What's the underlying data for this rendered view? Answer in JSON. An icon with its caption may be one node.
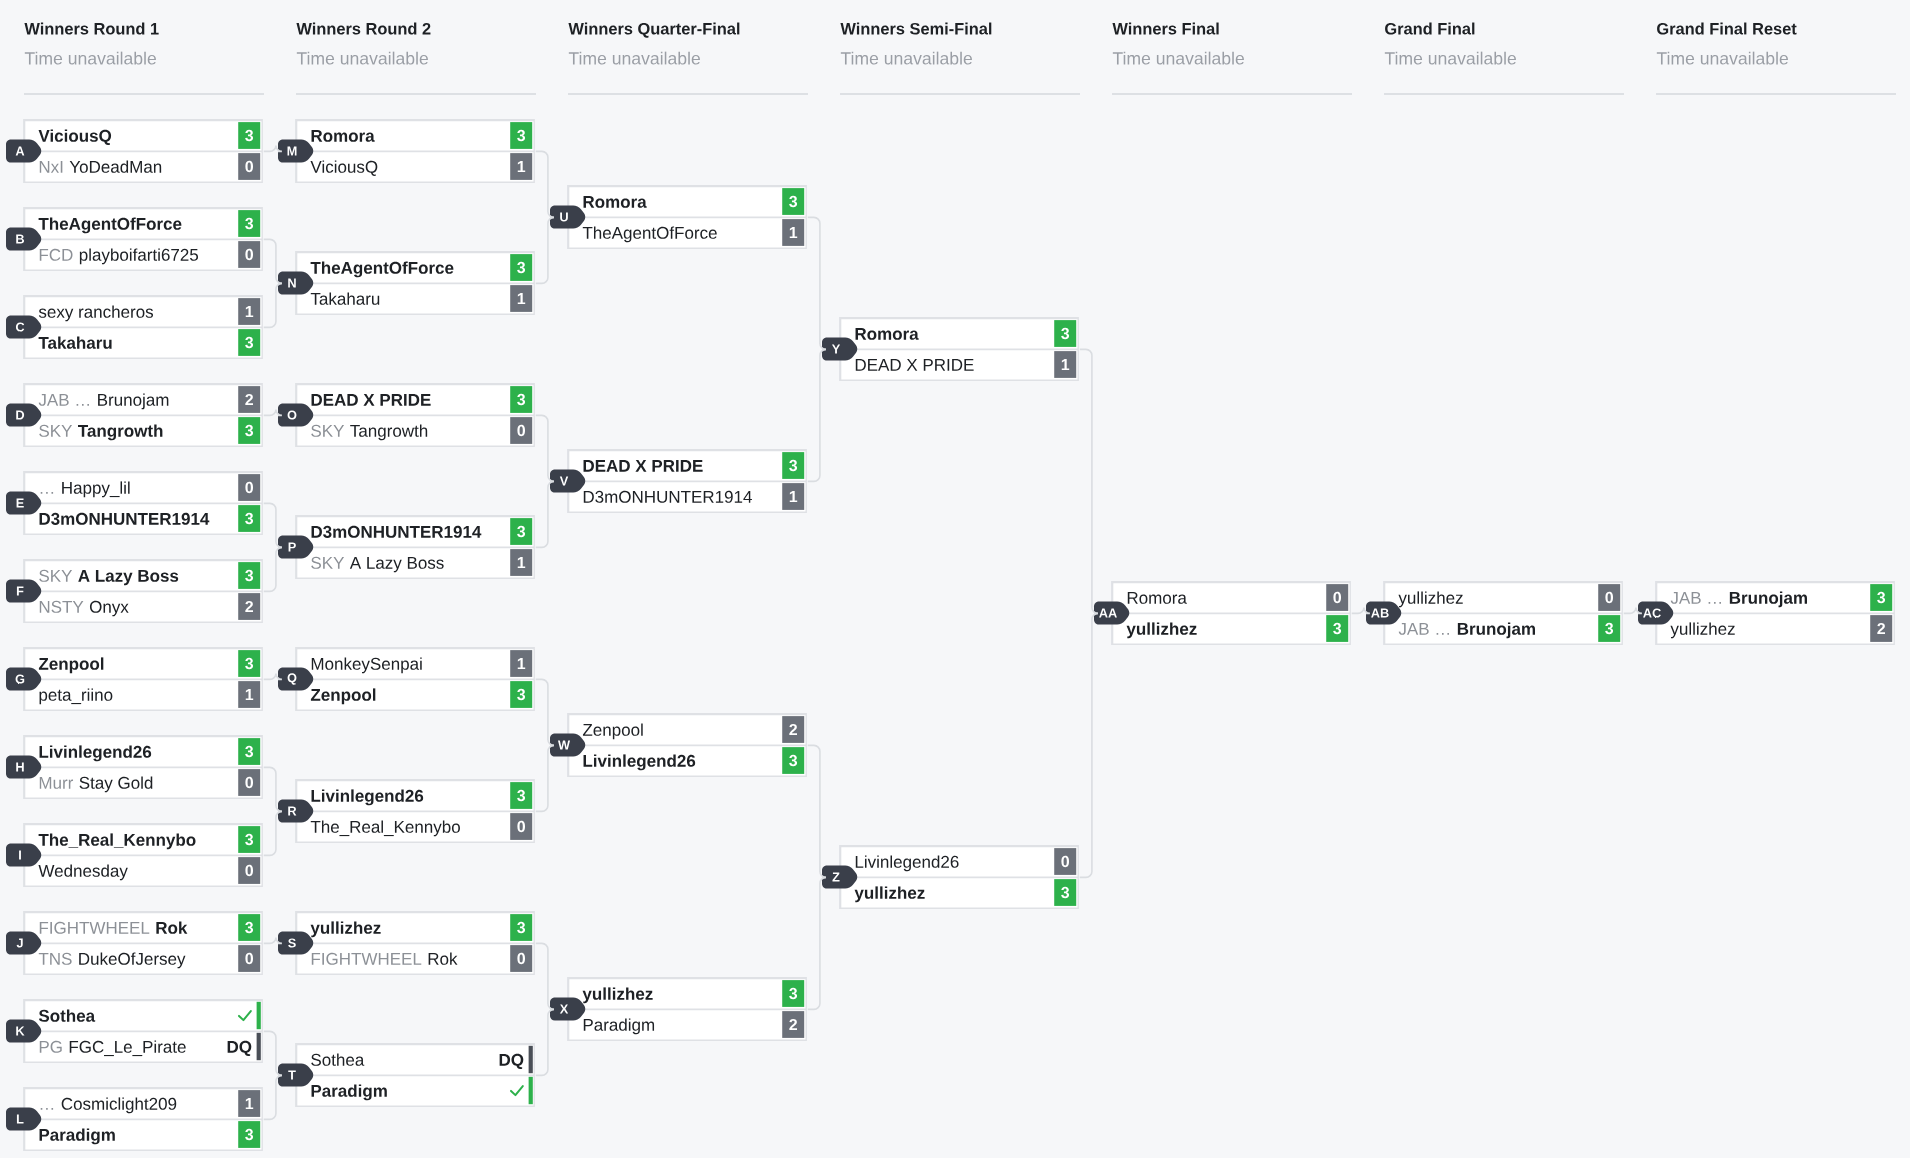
{
  "diagram": {
    "nodes": [
      {
        "text": [
          "A"
        ]
      },
      {
        "text": [
          "ViciousQ",
          "3"
        ],
        "in": 0
      },
      {
        "text": [
          "NxI",
          "YoDeadMan",
          "0"
        ],
        "in": 0
      },
      {
        "text": [
          "B"
        ]
      },
      {
        "text": [
          "TheAgentOfForce",
          "3"
        ],
        "in": 3
      },
      {
        "text": [
          "FCD",
          "playboifarti6725",
          "0"
        ],
        "in": 3
      },
      {
        "text": [
          "C"
        ]
      },
      {
        "text": [
          "sexy rancheros",
          "1"
        ],
        "in": 6
      },
      {
        "text": [
          "Takaharu",
          "3"
        ],
        "in": 6
      },
      {
        "text": [
          "D"
        ]
      },
      {
        "text": [
          "JAB …",
          "Brunojam",
          "2"
        ],
        "in": 9
      },
      {
        "text": [
          "SKY",
          "Tangrowth",
          "3"
        ],
        "in": 9
      },
      {
        "text": [
          "E"
        ]
      },
      {
        "text": [
          "…",
          "Happy_lil",
          "0"
        ],
        "in": 12
      },
      {
        "text": [
          "D3mONHUNTER1914",
          "3"
        ],
        "in": 12
      },
      {
        "text": [
          "F"
        ]
      },
      {
        "text": [
          "SKY",
          "A Lazy Boss",
          "3"
        ],
        "in": 15
      },
      {
        "text": [
          "NSTY",
          "Onyx",
          "2"
        ],
        "in": 15
      },
      {
        "text": [
          "G"
        ]
      },
      {
        "text": [
          "Zenpool",
          "3"
        ],
        "in": 18
      },
      {
        "text": [
          "peta_riino",
          "1"
        ],
        "in": 18
      },
      {
        "text": [
          "H"
        ]
      },
      {
        "text": [
          "Livinlegend26",
          "3"
        ],
        "in": 21
      },
      {
        "text": [
          "Murr",
          "Stay Gold",
          "0"
        ],
        "in": 21
      },
      {
        "text": [
          "I"
        ]
      },
      {
        "text": [
          "The_Real_Kennybo",
          "3"
        ],
        "in": 24
      },
      {
        "text": [
          "Wednesday",
          "0"
        ],
        "in": 24
      },
      {
        "text": [
          "J"
        ]
      },
      {
        "text": [
          "FIGHTWHEEL",
          "Rok",
          "3"
        ],
        "in": 27
      },
      {
        "text": [
          "TNS",
          "DukeOfJersey",
          "0"
        ],
        "in": 27
      },
      {
        "text": [
          "K"
        ]
      },
      {
        "text": [
          "Sothea"
        ],
        "in": 30
      },
      {
        "text": [
          "PG",
          "FGC_Le_Pirate",
          "DQ"
        ],
        "in": 30
      },
      {
        "text": [
          "L"
        ]
      },
      {
        "text": [
          "…",
          "Cosmiclight209",
          "1"
        ],
        "in": 33
      },
      {
        "text": [
          "Paradigm",
          "3"
        ],
        "in": 33
      },
      {
        "text": [
          "M"
        ]
      },
      {
        "text": [
          "Romora",
          "3"
        ],
        "in": 36
      },
      {
        "text": [
          "ViciousQ",
          "1"
        ],
        "in": 36
      },
      {
        "text": [
          "N"
        ]
      },
      {
        "text": [
          "TheAgentOfForce",
          "3"
        ],
        "in": 39
      },
      {
        "text": [
          "Takaharu",
          "1"
        ],
        "in": 39
      },
      {
        "text": [
          "O"
        ]
      },
      {
        "text": [
          "DEAD X PRIDE",
          "3"
        ],
        "in": 42
      },
      {
        "text": [
          "SKY",
          "Tangrowth",
          "0"
        ],
        "in": 42
      },
      {
        "text": [
          "P"
        ]
      },
      {
        "text": [
          "D3mONHUNTER1914",
          "3"
        ],
        "in": 45
      },
      {
        "text": [
          "SKY",
          "A Lazy Boss",
          "1"
        ],
        "in": 45
      },
      {
        "text": [
          "Q"
        ]
      },
      {
        "text": [
          "MonkeySenpai",
          "1"
        ],
        "in": 48
      },
      {
        "text": [
          "Zenpool",
          "3"
        ],
        "in": 48
      },
      {
        "text": [
          "R"
        ]
      },
      {
        "text": [
          "Livinlegend26",
          "3"
        ],
        "in": 51
      },
      {
        "text": [
          "The_Real_Kennybo",
          "0"
        ],
        "in": 51
      },
      {
        "text": [
          "S"
        ]
      },
      {
        "text": [
          "yullizhez",
          "3"
        ],
        "in": 54
      },
      {
        "text": [
          "FIGHTWHEEL",
          "Rok",
          "0"
        ],
        "in": 54
      },
      {
        "text": [
          "T"
        ]
      },
      {
        "text": [
          "Sothea",
          "DQ"
        ],
        "in": 57
      },
      {
        "text": [
          "Paradigm"
        ],
        "in": 57
      },
      {
        "text": [
          "U"
        ]
      },
      {
        "text": [
          "Romora",
          "3"
        ],
        "in": 60
      },
      {
        "text": [
          "TheAgentOfForce",
          "1"
        ],
        "in": 60
      },
      {
        "text": [
          "V"
        ]
      },
      {
        "text": [
          "DEAD X PRIDE",
          "3"
        ],
        "in": 63
      },
      {
        "text": [
          "D3mONHUNTER1914",
          "1"
        ],
        "in": 63
      },
      {
        "text": [
          "W"
        ]
      },
      {
        "text": [
          "Zenpool",
          "2"
        ],
        "in": 66
      },
      {
        "text": [
          "Livinlegend26",
          "3"
        ],
        "in": 66
      },
      {
        "text": [
          "X"
        ]
      },
      {
        "text": [
          "yullizhez",
          "3"
        ],
        "in": 69
      },
      {
        "text": [
          "Paradigm",
          "2"
        ],
        "in": 69
      },
      {
        "text": [
          "Y"
        ]
      },
      {
        "text": [
          "Romora",
          "3"
        ],
        "in": 72
      },
      {
        "text": [
          "DEAD X PRIDE",
          "1"
        ],
        "in": 72
      },
      {
        "text": [
          "Z"
        ]
      },
      {
        "text": [
          "Livinlegend26",
          "0"
        ],
        "in": 75
      },
      {
        "text": [
          "yullizhez",
          "3"
        ],
        "in": 75
      },
      {
        "text": [
          "AA"
        ]
      },
      {
        "text": [
          "Romora",
          "0"
        ],
        "in": 78
      },
      {
        "text": [
          "yullizhez",
          "3"
        ],
        "in": 78
      },
      {
        "text": [
          "AB"
        ]
      },
      {
        "text": [
          "yullizhez",
          "0"
        ],
        "in": 81
      },
      {
        "text": [
          "JAB …",
          "Brunojam",
          "3"
        ],
        "in": 81
      },
      {
        "text": [
          "AC"
        ]
      },
      {
        "text": [
          "JAB …",
          "Brunojam",
          "3"
        ],
        "in": 84
      },
      {
        "text": [
          "yullizhez",
          "2"
        ],
        "in": 84
      }
    ],
    "edges": [
      {
        "from": 0,
        "to": 36,
        "arrow": "none"
      },
      {
        "from": 3,
        "to": 39,
        "arrow": "none"
      },
      {
        "from": 6,
        "to": 39,
        "arrow": "none"
      },
      {
        "from": 9,
        "to": 42,
        "arrow": "none"
      },
      {
        "from": 12,
        "to": 45,
        "arrow": "none"
      },
      {
        "from": 15,
        "to": 45,
        "arrow": "none"
      },
      {
        "from": 18,
        "to": 48,
        "arrow": "none"
      },
      {
        "from": 21,
        "to": 51,
        "arrow": "none"
      },
      {
        "from": 24,
        "to": 51,
        "arrow": "none"
      },
      {
        "from": 27,
        "to": 54,
        "arrow": "none"
      },
      {
        "from": 30,
        "to": 57,
        "arrow": "none"
      },
      {
        "from": 33,
        "to": 57,
        "arrow": "none"
      },
      {
        "from": 36,
        "to": 60,
        "arrow": "none"
      },
      {
        "from": 39,
        "to": 60,
        "arrow": "none"
      },
      {
        "from": 42,
        "to": 63,
        "arrow": "none"
      },
      {
        "from": 45,
        "to": 63,
        "arrow": "none"
      },
      {
        "from": 48,
        "to": 66,
        "arrow": "none"
      },
      {
        "from": 51,
        "to": 66,
        "arrow": "none"
      },
      {
        "from": 54,
        "to": 69,
        "arrow": "none"
      },
      {
        "from": 57,
        "to": 69,
        "arrow": "none"
      },
      {
        "from": 60,
        "to": 72,
        "arrow": "none"
      },
      {
        "from": 63,
        "to": 72,
        "arrow": "none"
      },
      {
        "from": 66,
        "to": 75,
        "arrow": "none"
      },
      {
        "from": 69,
        "to": 75,
        "arrow": "none"
      },
      {
        "from": 72,
        "to": 78,
        "arrow": "none"
      },
      {
        "from": 75,
        "to": 78,
        "arrow": "none"
      },
      {
        "from": 78,
        "to": 81,
        "arrow": "none"
      },
      {
        "from": 81,
        "to": 84,
        "arrow": "none"
      }
    ],
    "labels": [
      "Winners Round 1",
      "Time unavailable",
      "Winners Round 2",
      "Time unavailable",
      "Winners Quarter-Final",
      "Time unavailable",
      "Winners Semi-Final",
      "Time unavailable",
      "Winners Final",
      "Time unavailable",
      "Grand Final",
      "Time unavailable",
      "Grand Final Reset",
      "Time unavailable"
    ]
  }
}
